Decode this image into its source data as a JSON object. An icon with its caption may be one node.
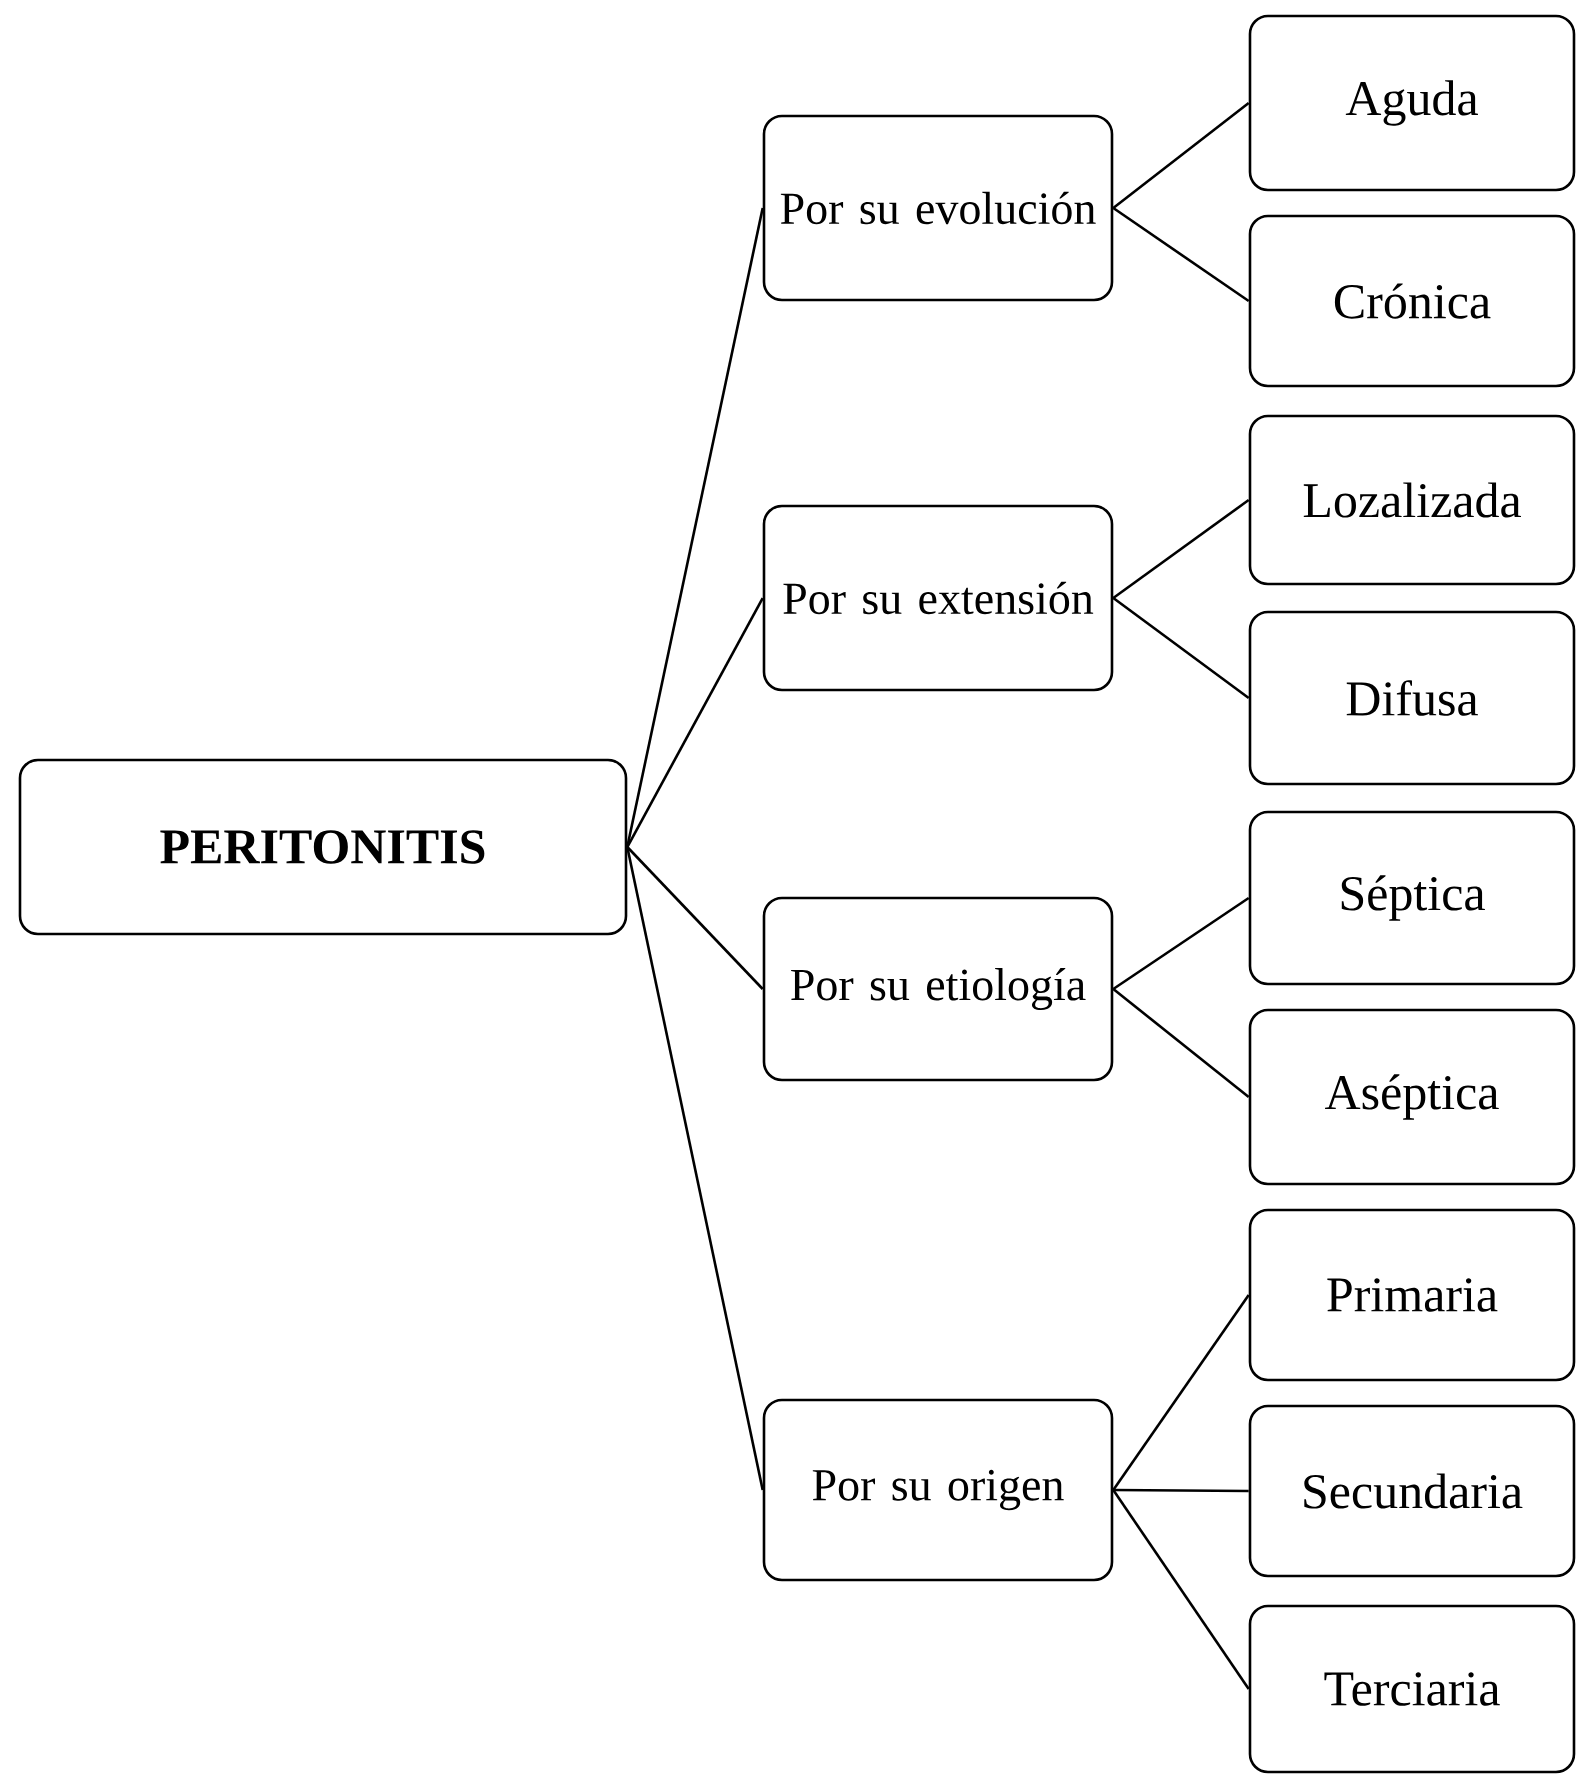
{
  "diagram": {
    "nodes": [
      {
        "text": [
          "PERITONITIS"
        ]
      },
      {
        "text": [
          "Por su evolución"
        ]
      },
      {
        "text": [
          "Aguda"
        ]
      },
      {
        "text": [
          "Crónica"
        ]
      },
      {
        "text": [
          "Por su extensión"
        ]
      },
      {
        "text": [
          "Lozalizada"
        ]
      },
      {
        "text": [
          "Difusa"
        ]
      },
      {
        "text": [
          "Por su etiología"
        ]
      },
      {
        "text": [
          "Séptica"
        ]
      },
      {
        "text": [
          "Aséptica"
        ]
      },
      {
        "text": [
          "Por su origen"
        ]
      },
      {
        "text": [
          "Primaria"
        ]
      },
      {
        "text": [
          "Secundaria"
        ]
      },
      {
        "text": [
          "Terciaria"
        ]
      }
    ],
    "edges": [
      {
        "from": 0,
        "to": 1,
        "arrow": "none"
      },
      {
        "from": 0,
        "to": 4,
        "arrow": "none"
      },
      {
        "from": 0,
        "to": 7,
        "arrow": "none"
      },
      {
        "from": 0,
        "to": 10,
        "arrow": "none"
      },
      {
        "from": 1,
        "to": 2,
        "arrow": "none"
      },
      {
        "from": 1,
        "to": 3,
        "arrow": "none"
      },
      {
        "from": 4,
        "to": 5,
        "arrow": "none"
      },
      {
        "from": 4,
        "to": 6,
        "arrow": "none"
      },
      {
        "from": 7,
        "to": 8,
        "arrow": "none"
      },
      {
        "from": 7,
        "to": 9,
        "arrow": "none"
      },
      {
        "from": 10,
        "to": 11,
        "arrow": "none"
      },
      {
        "from": 10,
        "to": 12,
        "arrow": "none"
      },
      {
        "from": 10,
        "to": 13,
        "arrow": "none"
      }
    ]
  }
}
